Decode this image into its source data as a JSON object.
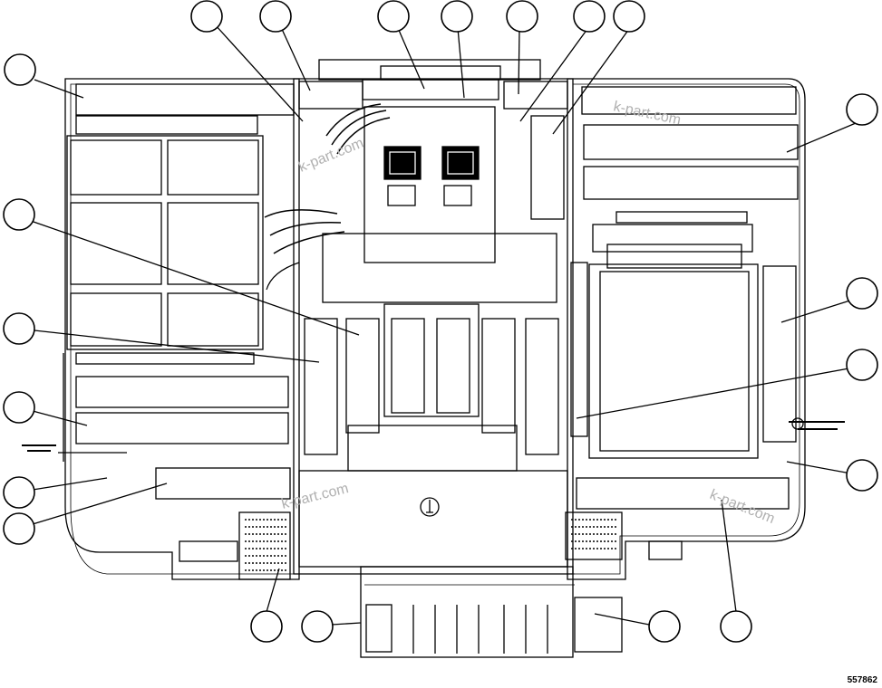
{
  "figure_code": "557862",
  "watermark": "k-part.com",
  "callout_count": 21,
  "colors": {
    "line": "#000000",
    "background": "#ffffff",
    "watermark": "#b0b0b0"
  }
}
